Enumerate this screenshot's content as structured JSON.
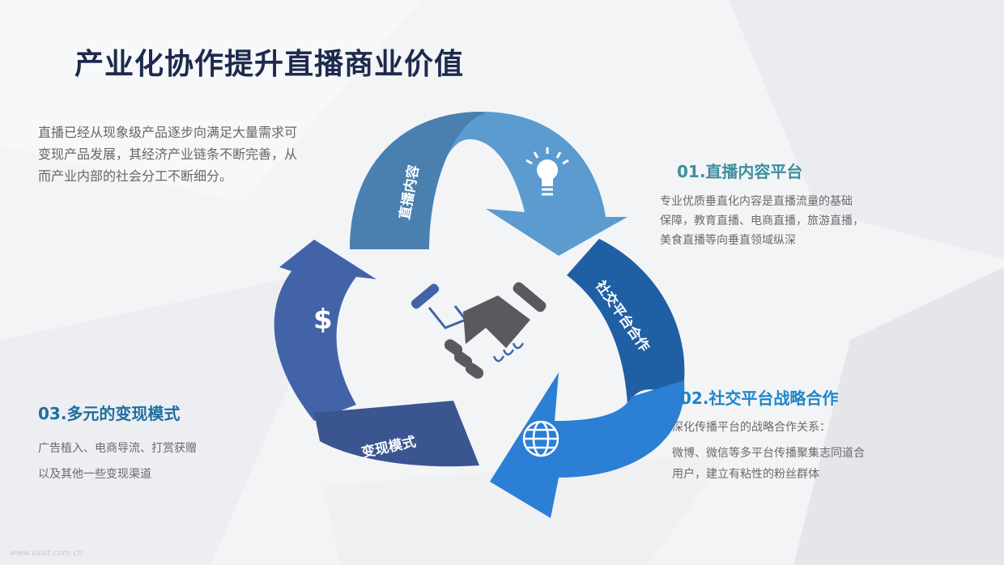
{
  "title": "产业化协作提升直播商业价值",
  "intro": [
    "直播已经从现象级产品逐步向满足大量需求可",
    "变现产品发展，其经济产业链条不断完善，从",
    "而产业内部的社会分工不断细分。"
  ],
  "cycle": {
    "segments": [
      {
        "label": "直播内容",
        "icon": "lightbulb-icon",
        "color": "#4a80b0"
      },
      {
        "label": "社交平台合作",
        "icon": "globe-icon",
        "color": "#1f5fa3"
      },
      {
        "label": "变现模式",
        "icon": "dollar-icon",
        "color": "#3a5590"
      }
    ],
    "center_icon": "handshake-icon"
  },
  "blocks": [
    {
      "heading": "01.直播内容平台",
      "lines": [
        "专业优质垂直化内容是直播流量的基础",
        "保障，教育直播、电商直播，旅游直播，",
        "美食直播等向垂直领域纵深"
      ]
    },
    {
      "heading": "02.社交平台战略合作",
      "lines": [
        "深化传播平台的战略合作关系：",
        "微博、微信等多平台传播聚集志同道合",
        "用户，建立有粘性的粉丝群体"
      ]
    },
    {
      "heading": "03.多元的变现模式",
      "lines": [
        "广告植入、电商导流、打赏获赠",
        "以及其他一些变现渠道"
      ]
    }
  ],
  "watermark": "www.ussit.com.cn"
}
